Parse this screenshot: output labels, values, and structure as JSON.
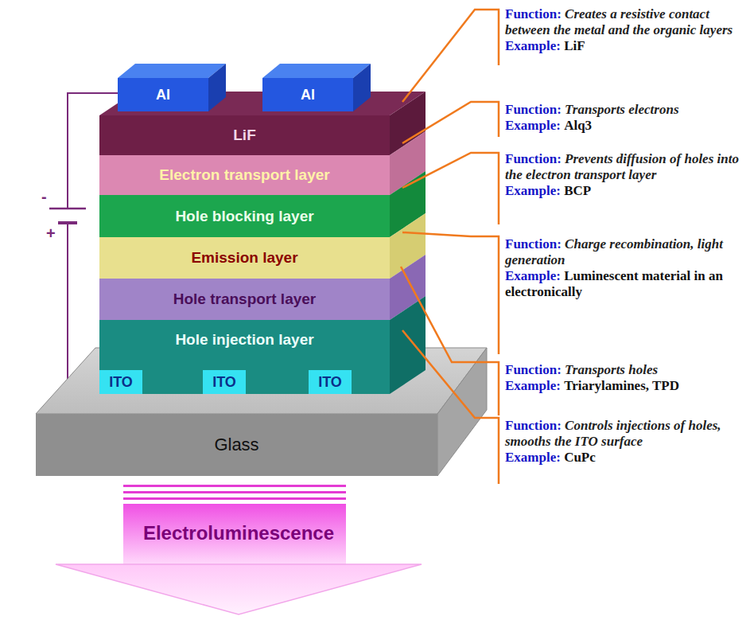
{
  "diagram": {
    "nodes": [
      {
        "text": [
          "Al"
        ]
      },
      {
        "text": [
          "Al"
        ]
      },
      {
        "text": [
          "LiF"
        ]
      },
      {
        "text": [
          "Electron transport layer"
        ]
      },
      {
        "text": [
          "Hole blocking layer"
        ]
      },
      {
        "text": [
          "Emission layer"
        ]
      },
      {
        "text": [
          "Hole transport layer"
        ]
      },
      {
        "text": [
          "Hole injection layer"
        ]
      },
      {
        "text": [
          "ITO"
        ],
        "in": 7
      },
      {
        "text": [
          "ITO"
        ],
        "in": 7
      },
      {
        "text": [
          "ITO"
        ],
        "in": 7
      },
      {
        "text": [
          "Glass"
        ]
      },
      {
        "text": [
          "Electroluminescence"
        ]
      }
    ],
    "edges": [
      {
        "from": 0,
        "to": 8,
        "arrow": "none"
      }
    ],
    "labels": [
      "Function:",
      "Creates a resistive contact between the metal and the organic layers",
      "Example:",
      "LiF",
      "Function:",
      "Transports electrons",
      "Example:",
      "Alq3",
      "Function:",
      "Prevents diffusion of holes into the electron transport layer",
      "Example:",
      "BCP",
      "Function:",
      "Charge recombination, light generation",
      "Example:",
      "Luminescent material in an electronically",
      "Function:",
      "Transports holes",
      "Example:",
      "Triarylamines, TPD",
      "Function:",
      "Controls injections of holes, smooths the ITO surface",
      "Example:",
      "CuPc",
      "-",
      "+"
    ]
  }
}
